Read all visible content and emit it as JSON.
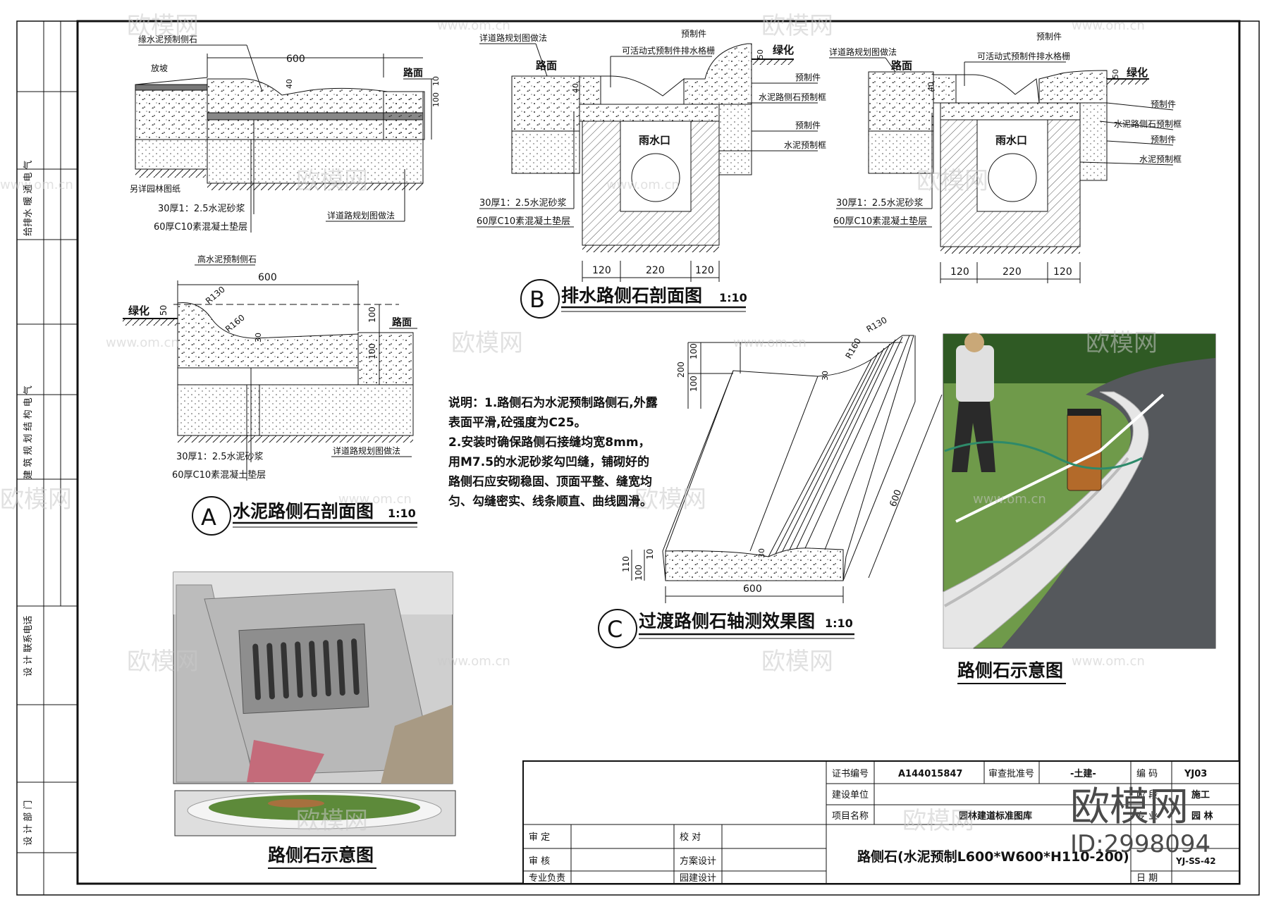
{
  "side_labels": {
    "disciplines_1": "给排水 暖 通 电 气",
    "disciplines_2": "建 筑 规 划 结 构 电 气",
    "design_contact": "设 计 联系电话",
    "design_dept": "设 计 部 门"
  },
  "section_A": {
    "label": "A",
    "title": "水泥路侧石剖面图",
    "scale": "1:10",
    "callout_top": "高水泥预制侧石",
    "note_1": "30厚1：2.5水泥砂浆",
    "note_2": "60厚C10素混凝土垫层",
    "note_3": "详道路规划图做法",
    "dim_width": "600",
    "dim_r130": "R130",
    "dim_r160": "R160",
    "dim_50": "50",
    "dim_30": "30",
    "dim_100a": "100",
    "dim_100b": "100",
    "label_green": "绿化",
    "label_road": "路面"
  },
  "section_top_left": {
    "callout_top": "缘水泥预制侧石",
    "label_slope": "放坡",
    "label_road": "路面",
    "dim_width": "600",
    "dim_40": "40",
    "dim_100": "100",
    "dim_10": "10",
    "note_other": "另详园林图纸",
    "note_1": "30厚1：2.5水泥砂浆",
    "note_2": "60厚C10素混凝土垫层",
    "note_3": "详道路规划图做法"
  },
  "section_B": {
    "label": "B",
    "title": "排水路侧石剖面图",
    "scale": "1:10",
    "left": {
      "note_road_ref": "详道路规划图做法",
      "label_road": "路面",
      "label_precast": "预制件",
      "label_grate": "可活动式预制件排水格栅",
      "label_green": "绿化",
      "label_inlet": "雨水口",
      "side_1": "预制件",
      "side_2": "水泥路侧石预制框",
      "side_3": "预制件",
      "side_4": "水泥预制框",
      "note_1": "30厚1：2.5水泥砂浆",
      "note_2": "60厚C10素混凝土垫层",
      "dims": [
        "120",
        "220",
        "120"
      ],
      "dim_40": "40",
      "dim_50": "50"
    },
    "right": {
      "note_road_ref": "详道路规划图做法",
      "label_road": "路面",
      "label_precast": "预制件",
      "label_grate": "可活动式预制件排水格栅",
      "label_green": "绿化",
      "label_inlet": "雨水口",
      "side_1": "预制件",
      "side_2": "水泥路侧石预制框",
      "side_3": "预制件",
      "side_4": "水泥预制框",
      "note_1": "30厚1：2.5水泥砂浆",
      "note_2": "60厚C10素混凝土垫层",
      "dims": [
        "120",
        "220",
        "120"
      ],
      "dim_40": "40",
      "dim_50": "50"
    }
  },
  "section_C": {
    "label": "C",
    "title": "过渡路侧石轴测效果图",
    "scale": "1:10",
    "dim_r130": "R130",
    "dim_r160": "R160",
    "dim_200": "200",
    "dim_100a": "100",
    "dim_100b": "100",
    "dim_30": "30",
    "dim_600_side": "600",
    "dim_600_bottom": "600",
    "dim_110": "110",
    "dim_100c": "100",
    "dim_10": "10"
  },
  "notes": {
    "line_1": "说明：1.路侧石为水泥预制路侧石,外露表面平滑,砼强度为C25。",
    "line_2": "2.安装时确保路侧石接缝均宽8mm，用M7.5的水泥砂浆勾凹缝，铺砌好的路侧石应安砌稳固、顶面平整、缝宽均匀、勾缝密实、线条顺直、曲线圆滑。"
  },
  "photo_captions": {
    "left": "路侧石示意图",
    "right": "路侧石示意图"
  },
  "title_block": {
    "cert_label": "证书编号",
    "cert_value": "A144015847",
    "review_label": "审查批准号",
    "review_value": "-土建-",
    "code_label": "编 码",
    "code_value": "YJ03",
    "client_label": "建设单位",
    "stage_label": "阶 段",
    "stage_value": "施工",
    "project_label": "项目名称",
    "project_value": "园林建道标准图库",
    "major_label": "专 业",
    "major_value": "园 林",
    "drawing_no_value": "YJ-SS-42",
    "date_label": "日 期",
    "approve_label": "审 定",
    "check_label": "校 对",
    "audit_label": "审 核",
    "scheme_label": "方案设计",
    "lead_label": "专业负责",
    "garden_label": "园建设计",
    "drawing_title": "路侧石(水泥预制L600*W600*H110-200)"
  },
  "watermark": {
    "brand": "欧模网",
    "url": "www.om.cn",
    "id_text": "ID:2998094"
  },
  "colors": {
    "line": "#111111",
    "hatch": "#555555",
    "watermark": "#c9c9c9",
    "grass": "#5d8a3a",
    "asphalt": "#55585c",
    "concrete": "#cfcfcf"
  }
}
